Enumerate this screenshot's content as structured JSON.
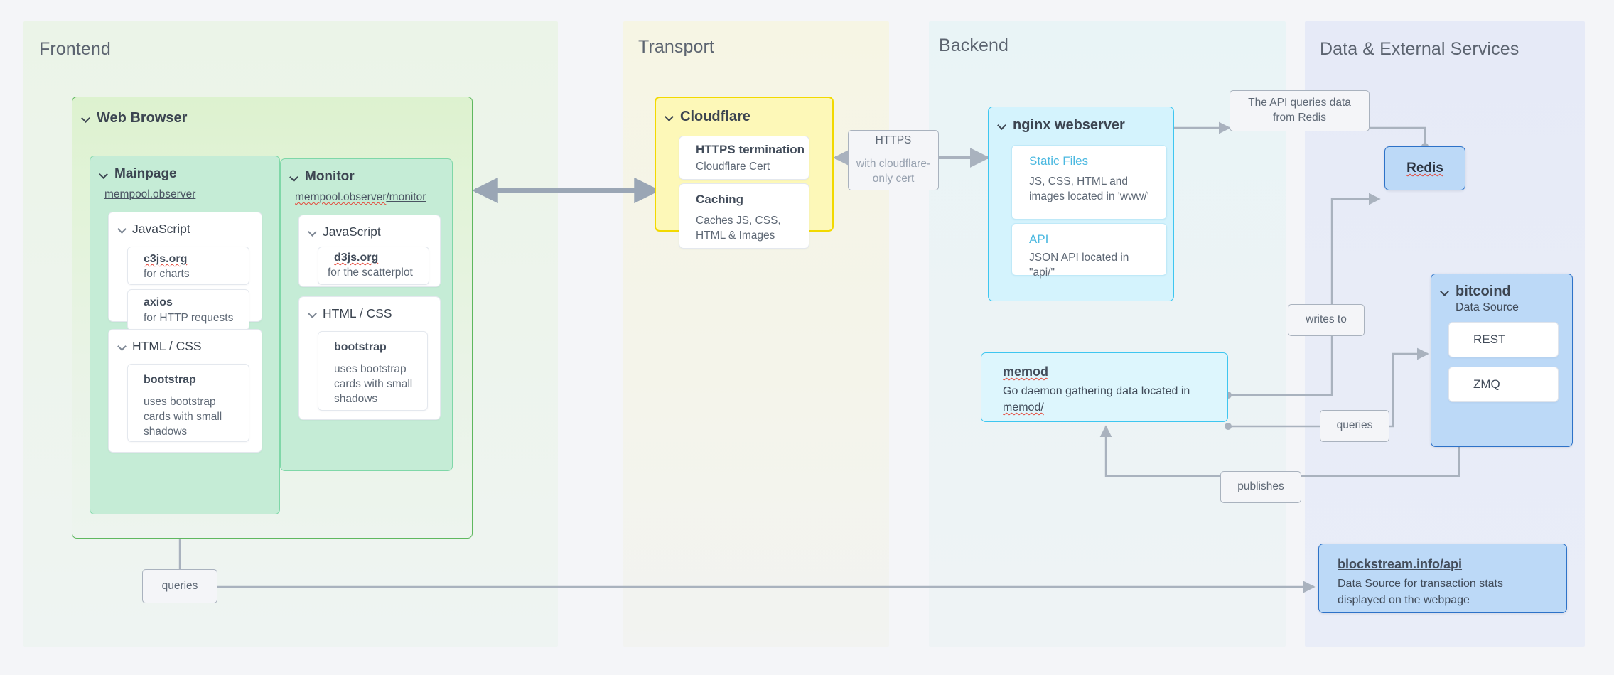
{
  "lanes": [
    {
      "title": "Frontend"
    },
    {
      "title": "Transport"
    },
    {
      "title": "Backend"
    },
    {
      "title": "Data & External Services"
    }
  ],
  "frontend": {
    "browser": {
      "title": "Web Browser"
    },
    "mainpage": {
      "title": "Mainpage",
      "url": "mempool.observer",
      "groups": [
        {
          "label": "JavaScript",
          "items": [
            {
              "name": "c3js.org",
              "desc": "for charts",
              "link": true
            },
            {
              "name": "axios",
              "desc": "for HTTP requests",
              "link": false
            }
          ]
        },
        {
          "label": "HTML / CSS",
          "items": [
            {
              "name": "bootstrap",
              "desc": "uses bootstrap cards with small shadows",
              "link": false
            }
          ]
        }
      ]
    },
    "monitor": {
      "title": "Monitor",
      "url": "mempool.observer/monitor",
      "url_base": "mempool.observer",
      "url_path": "/monitor",
      "groups": [
        {
          "label": "JavaScript",
          "items": [
            {
              "name": "d3js.org",
              "desc": "for the scatterplot",
              "link": true
            }
          ]
        },
        {
          "label": "HTML / CSS",
          "items": [
            {
              "name": "bootstrap",
              "desc": "uses bootstrap cards with small shadows",
              "link": false
            }
          ]
        }
      ]
    }
  },
  "transport": {
    "cloudflare": {
      "title": "Cloudflare",
      "items": [
        {
          "name": "HTTPS termination",
          "desc": "Cloudflare Cert"
        },
        {
          "name": "Caching",
          "desc": "Caches JS, CSS, HTML & Images"
        }
      ]
    }
  },
  "backend": {
    "nginx": {
      "title": "nginx webserver",
      "items": [
        {
          "name": "Static Files",
          "desc": "JS, CSS, HTML and images located in 'www/'"
        },
        {
          "name": "API",
          "desc": "JSON API located in \"api/\""
        }
      ]
    },
    "memod": {
      "title": "memod",
      "desc_line1": "Go daemon gathering data located in",
      "desc_line2": "memod/"
    }
  },
  "data_services": {
    "redis": {
      "label": "Redis"
    },
    "bitcoind": {
      "title": "bitcoind",
      "subtitle": "Data Source",
      "items": [
        {
          "name": "REST"
        },
        {
          "name": "ZMQ"
        }
      ]
    },
    "blockstream": {
      "title": "blockstream.info/api",
      "desc_line1": "Data Source for transaction stats",
      "desc_line2": "displayed on the webpage"
    }
  },
  "edges": [
    {
      "id": "https",
      "line1": "HTTPS",
      "line2": "with cloudflare-only cert"
    },
    {
      "id": "api-queries-redis",
      "line1": "The API queries data",
      "line2": "from Redis"
    },
    {
      "id": "writes-to",
      "label": "writes to"
    },
    {
      "id": "queries-right",
      "label": "queries"
    },
    {
      "id": "publishes",
      "label": "publishes"
    },
    {
      "id": "queries-left",
      "label": "queries"
    }
  ],
  "colors": {
    "frontend_accent": "#5fb85f",
    "transport_accent": "#f2d900",
    "backend_accent": "#3ec6f0",
    "data_accent": "#2d72c8",
    "wire": "#a9b2be",
    "double_arrow": "#9aa6b5"
  }
}
